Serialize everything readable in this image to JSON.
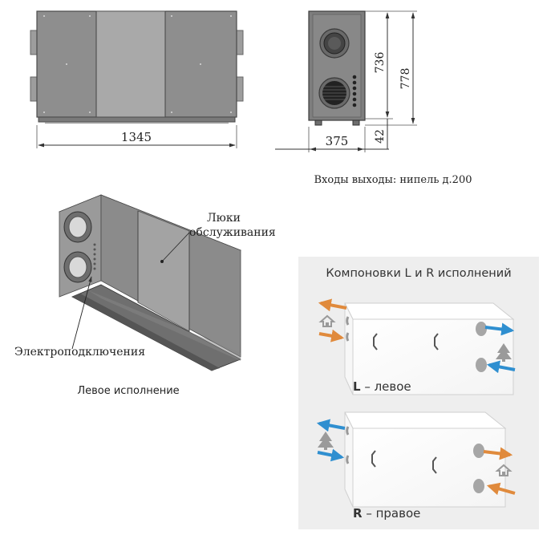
{
  "dimensions": {
    "length": "1345",
    "depth": "375",
    "body_height": "736",
    "total_height": "778",
    "feet_height": "42"
  },
  "connections_note": "Входы выходы: нипель д.200",
  "labels": {
    "hatches": [
      "Люки",
      "обслуживания"
    ],
    "electrical": "Электроподключения",
    "left_version": "Левое исполнение"
  },
  "layouts": {
    "title": "Компоновки L и R исполнений",
    "left": {
      "letter": "L",
      "text": " – левое"
    },
    "right": {
      "letter": "R",
      "text": " – правое"
    }
  },
  "colors": {
    "panel": "#8e8e8e",
    "panel_center": "#a9a9a9",
    "frame": "#5a5a5a",
    "warm_arrow": "#e08a3c",
    "cold_arrow": "#2f8fd0",
    "layout_bg": "#eeeeee",
    "icon_gray": "#9a9a9a"
  },
  "icons": [
    "house-icon",
    "tree-icon"
  ]
}
